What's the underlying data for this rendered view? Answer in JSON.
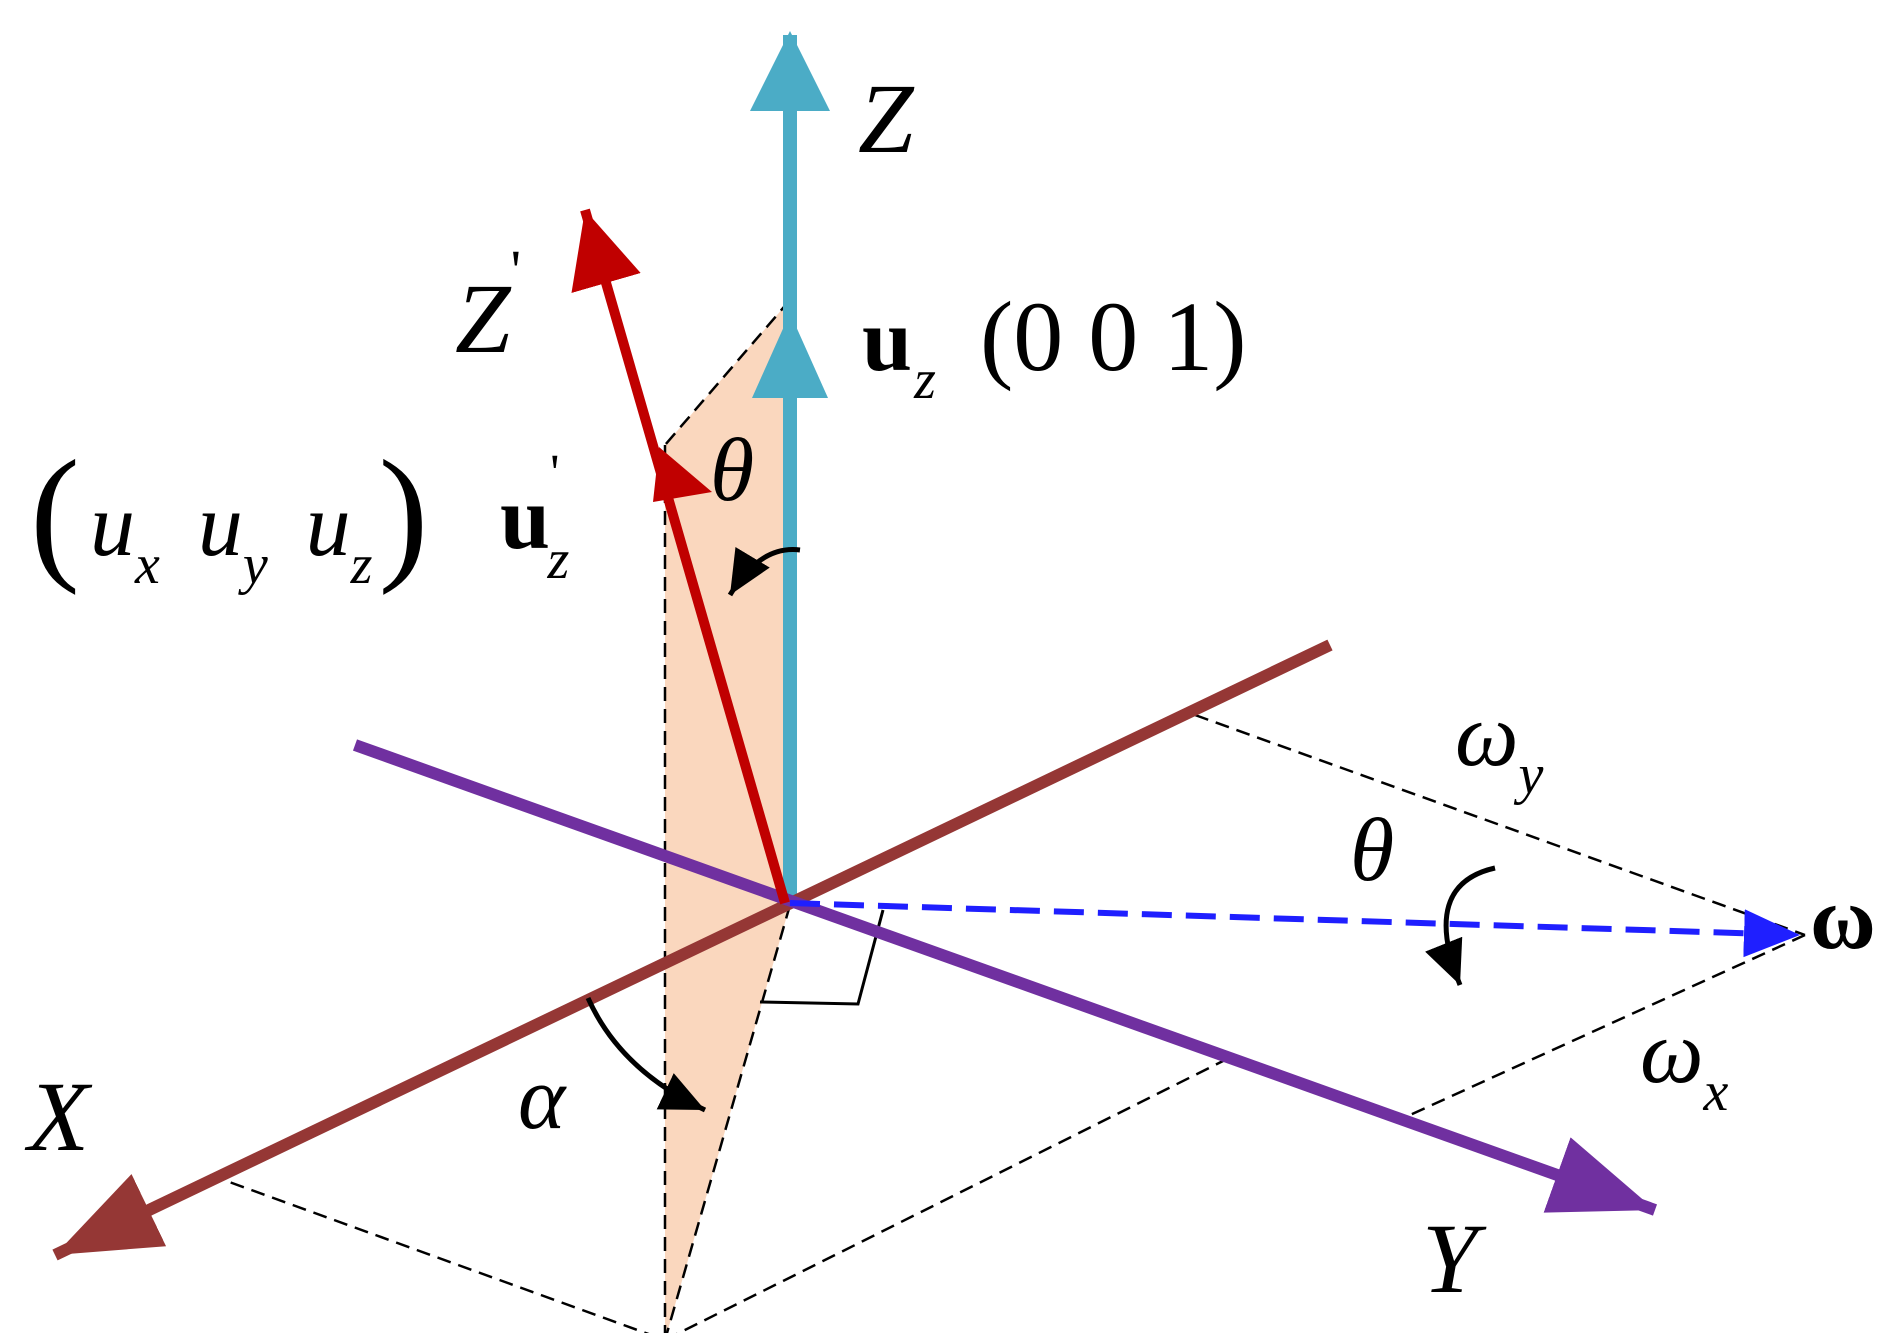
{
  "colors": {
    "z_axis": "#4BACC6",
    "z_prime": "#C00000",
    "x_axis": "#953735",
    "y_axis": "#7030A0",
    "omega": "#1F1FFF",
    "plane_fill": "#FAD7BE",
    "construction": "#000000"
  },
  "labels": {
    "z_axis": "Z",
    "z_prime_base": "Z",
    "z_prime_mark": "'",
    "x_axis": "X",
    "y_axis": "Y",
    "omega": "ω",
    "omega_x": "ω",
    "omega_x_sub": "x",
    "omega_y": "ω",
    "omega_y_sub": "y",
    "theta_upper": "θ",
    "theta_lower": "θ",
    "alpha": "α",
    "uz_vec": "u",
    "uz_sub": "z",
    "uz_coords": "(0 0 1)",
    "uzp_open": "(",
    "uzp_ux": "u",
    "uzp_ux_sub": "x",
    "uzp_uy": "u",
    "uzp_uy_sub": "y",
    "uzp_uz": "u",
    "uzp_uz_sub": "z",
    "uzp_close": ")",
    "uzp_vec": "u",
    "uzp_mark": "'",
    "uzp_vec_sub": "z"
  },
  "icons": {
    "rotation_theta_upper": "curved-arrow-icon",
    "rotation_theta_lower": "curved-arrow-icon",
    "rotation_alpha": "curved-arrow-icon"
  }
}
